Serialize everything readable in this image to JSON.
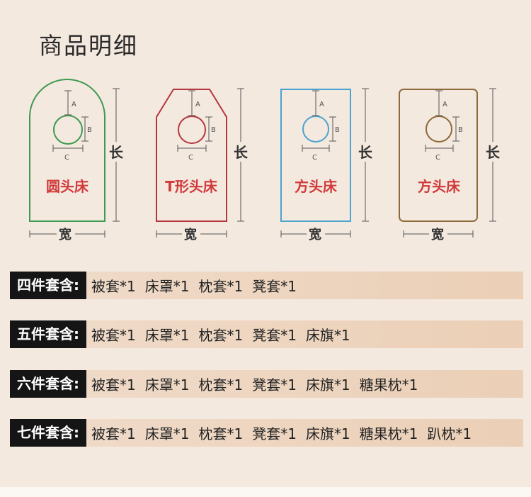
{
  "page_title": "商品明细",
  "shapes": [
    {
      "label": "圆头床",
      "color": "#3f9a52",
      "dim_a": "A",
      "dim_b": "B",
      "dim_c": "C",
      "length_label": "长",
      "width_label": "宽"
    },
    {
      "label": "T形头床",
      "color": "#b5363f",
      "dim_a": "A",
      "dim_b": "B",
      "dim_c": "C",
      "length_label": "长",
      "width_label": "宽"
    },
    {
      "label": "方头床",
      "color": "#4ca3cf",
      "dim_a": "A",
      "dim_b": "B",
      "dim_c": "C",
      "length_label": "长",
      "width_label": "宽"
    },
    {
      "label": "方头床",
      "color": "#8c6a3a",
      "dim_a": "A",
      "dim_b": "B",
      "dim_c": "C",
      "length_label": "长",
      "width_label": "宽"
    }
  ],
  "packages": [
    {
      "name": "四件套含:",
      "items": [
        "被套*1",
        "床罩*1",
        "枕套*1",
        "凳套*1"
      ]
    },
    {
      "name": "五件套含:",
      "items": [
        "被套*1",
        "床罩*1",
        "枕套*1",
        "凳套*1",
        "床旗*1"
      ]
    },
    {
      "name": "六件套含:",
      "items": [
        "被套*1",
        "床罩*1",
        "枕套*1",
        "凳套*1",
        "床旗*1",
        "糖果枕*1"
      ]
    },
    {
      "name": "七件套含:",
      "items": [
        "被套*1",
        "床罩*1",
        "枕套*1",
        "凳套*1",
        "床旗*1",
        "糖果枕*1",
        "趴枕*1"
      ]
    }
  ]
}
